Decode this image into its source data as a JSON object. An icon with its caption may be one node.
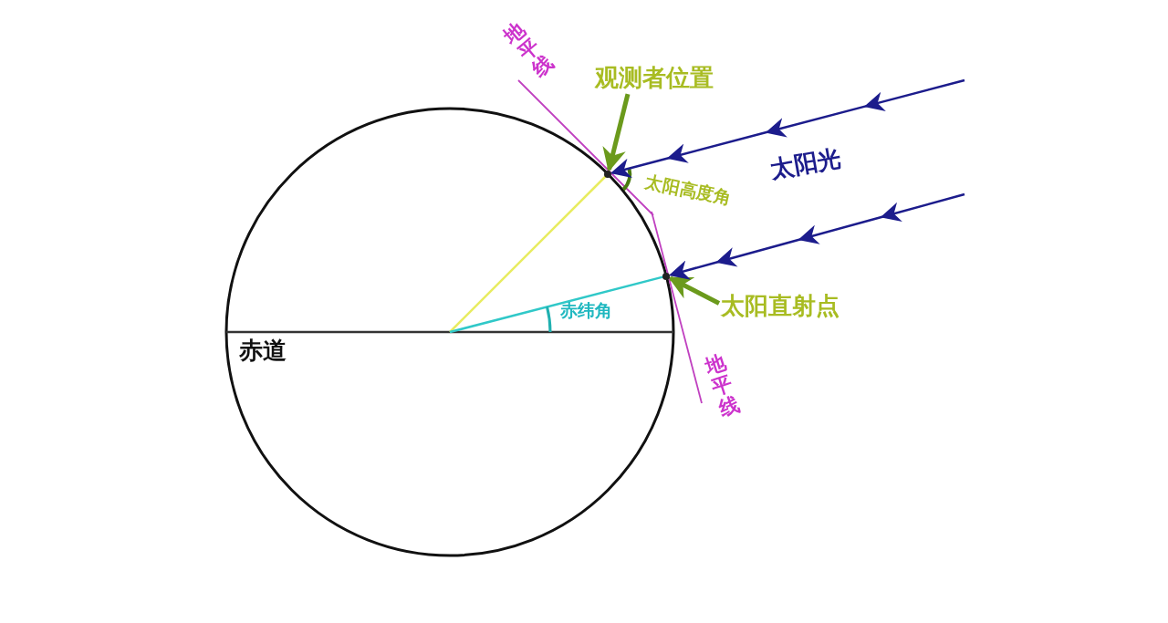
{
  "diagram": {
    "nodes": [
      {
        "text": [
          "观测者位置"
        ]
      },
      {
        "text": [],
        "shape": "circle"
      },
      {
        "text": [
          "太阳直射点"
        ]
      },
      {
        "text": [],
        "shape": "circle"
      }
    ],
    "edges": [
      {
        "from": 0,
        "to": 1,
        "arrow": "to",
        "style": "thick",
        "color": "#6b9a1c"
      },
      {
        "from": 2,
        "to": 3,
        "arrow": "to",
        "style": "thick",
        "color": "#6b9a1c"
      },
      {
        "from": null,
        "to": 1,
        "arrow": "to",
        "color": "#1c1c8c"
      },
      {
        "from": null,
        "to": 3,
        "arrow": "to",
        "color": "#1c1c8c"
      }
    ],
    "labels": [
      "地平线",
      "太阳高度角",
      "太阳光",
      "赤纬角",
      "赤道",
      "地平线"
    ]
  }
}
